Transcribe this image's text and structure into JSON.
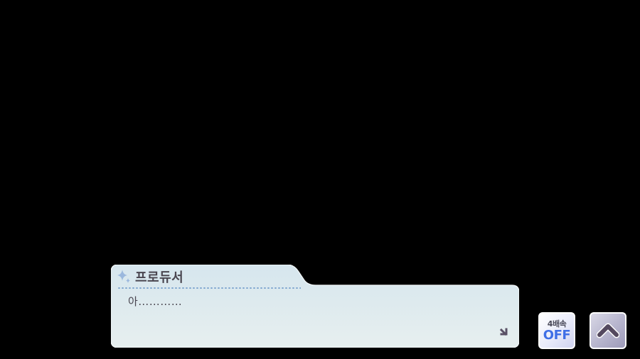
{
  "dialog": {
    "speaker": "프로듀서",
    "text": "아…………",
    "icons": {
      "name_decoration": "sparkle-icon",
      "advance": "arrow-down-right-icon"
    },
    "colors": {
      "box_top": "#d6e6ee",
      "box_bottom": "#e6efef",
      "text": "#4a4650",
      "dots": "#7fa6cf"
    }
  },
  "controls": {
    "speed_button": {
      "label": "4배속",
      "state": "OFF",
      "state_color": "#3f6fe6"
    },
    "hide_button": {
      "icon": "chevron-up-icon"
    }
  }
}
